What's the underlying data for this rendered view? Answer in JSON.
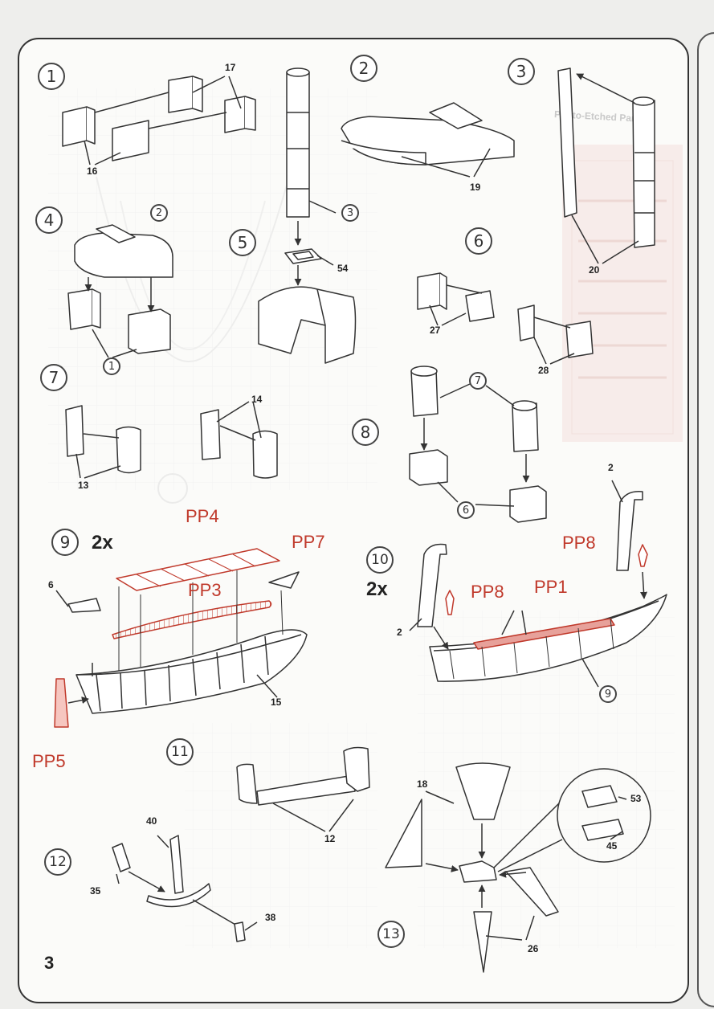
{
  "page_number": "3",
  "steps": [
    "1",
    "2",
    "3",
    "4",
    "5",
    "6",
    "7",
    "8",
    "9",
    "10",
    "11",
    "12",
    "13"
  ],
  "mini_refs": {
    "step1_ref": "1",
    "step2_ref": "2",
    "step3_ref": "3",
    "step6_ref": "6",
    "step7_ref": "7"
  },
  "part_labels": {
    "p17": "17",
    "p16": "16",
    "p19": "19",
    "p20": "20",
    "p54": "54",
    "p27": "27",
    "p28": "28",
    "p14": "14",
    "p13": "13",
    "p6": "6",
    "p15": "15",
    "p2a": "2",
    "p2b": "2",
    "p9": "9",
    "p12": "12",
    "p18": "18",
    "p53": "53",
    "p45": "45",
    "p40": "40",
    "p35": "35",
    "p38": "38",
    "p26": "26"
  },
  "pe_labels": {
    "pp4": "PP4",
    "pp3": "PP3",
    "pp7": "PP7",
    "pp5": "PP5",
    "pp8a": "PP8",
    "pp8b": "PP8",
    "pp1": "PP1"
  },
  "multipliers": {
    "step9": "2x",
    "step10": "2x"
  },
  "background_sheet": {
    "title": "Photo-Etched Parts"
  },
  "colors": {
    "ink": "#333333",
    "photo_etch_red": "#c0392b",
    "paper": "#fbfbf9"
  }
}
